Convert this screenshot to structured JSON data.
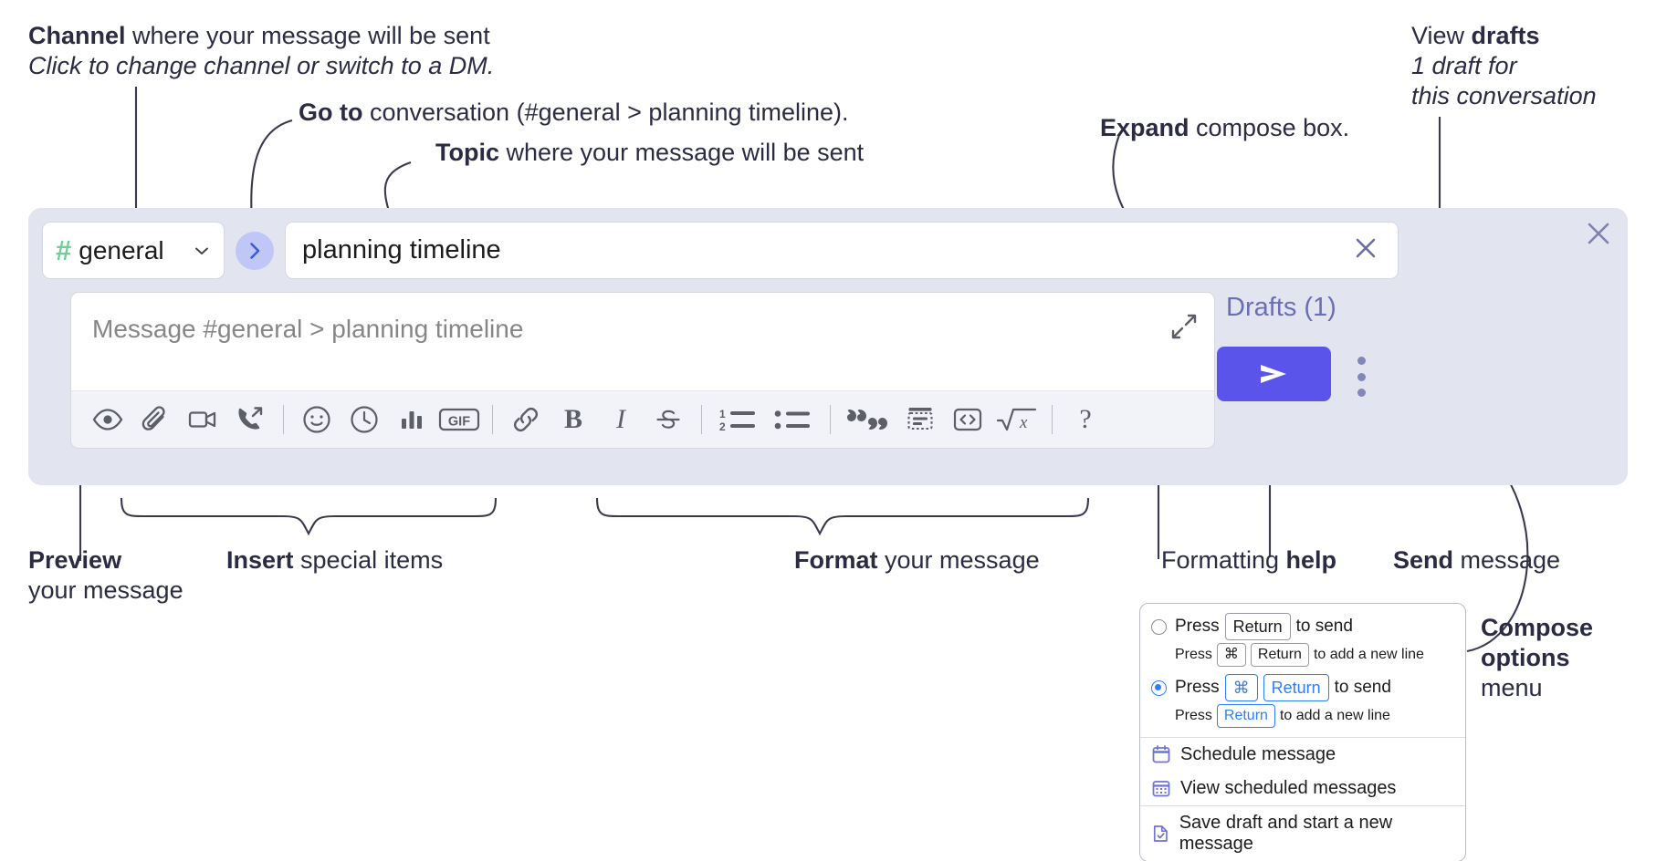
{
  "annotations": {
    "channel": {
      "bold": "Channel",
      "rest": " where your message will be sent",
      "italic": "Click to change channel or switch to a DM."
    },
    "goto": {
      "bold": "Go to",
      "rest": " conversation (#general > planning timeline)."
    },
    "topic": {
      "bold": "Topic",
      "rest": " where your message will be sent"
    },
    "expand": {
      "bold": "Expand",
      "rest": " compose box."
    },
    "drafts": {
      "lead": "View ",
      "bold": "drafts",
      "italic1": "1 draft for",
      "italic2": "this conversation"
    },
    "preview": {
      "bold": "Preview",
      "rest": "your message"
    },
    "insert": {
      "bold": "Insert",
      "rest": " special items"
    },
    "format": {
      "bold": "Format",
      "rest": " your message"
    },
    "help": {
      "lead": "Formatting ",
      "bold": "help"
    },
    "send": {
      "bold": "Send",
      "rest": " message"
    },
    "compose_options": {
      "bold1": "Compose",
      "bold2": "options",
      "rest": "menu"
    }
  },
  "compose": {
    "channel_name": "general",
    "hash_glyph": "#",
    "topic_value": "planning timeline",
    "placeholder": "Message #general > planning timeline",
    "drafts_label": "Drafts (1)",
    "toolbar": [
      {
        "name": "preview-icon",
        "kind": "icon",
        "id": "eye"
      },
      {
        "name": "attachment-icon",
        "kind": "icon",
        "id": "paperclip"
      },
      {
        "name": "video-icon",
        "kind": "icon",
        "id": "video"
      },
      {
        "name": "huddle-icon",
        "kind": "icon",
        "id": "phone"
      },
      {
        "name": "separator",
        "kind": "sep"
      },
      {
        "name": "emoji-icon",
        "kind": "icon",
        "id": "smiley"
      },
      {
        "name": "reminder-icon",
        "kind": "icon",
        "id": "clock"
      },
      {
        "name": "poll-icon",
        "kind": "icon",
        "id": "bars"
      },
      {
        "name": "gif-icon",
        "kind": "icon",
        "id": "gif"
      },
      {
        "name": "separator",
        "kind": "sep"
      },
      {
        "name": "link-icon",
        "kind": "icon",
        "id": "link"
      },
      {
        "name": "bold-icon",
        "kind": "icon",
        "id": "bold"
      },
      {
        "name": "italic-icon",
        "kind": "icon",
        "id": "italic"
      },
      {
        "name": "strikethrough-icon",
        "kind": "icon",
        "id": "strike"
      },
      {
        "name": "separator",
        "kind": "sep"
      },
      {
        "name": "ordered-list-icon",
        "kind": "icon",
        "id": "ol"
      },
      {
        "name": "bulleted-list-icon",
        "kind": "icon",
        "id": "ul"
      },
      {
        "name": "separator",
        "kind": "sep"
      },
      {
        "name": "blockquote-icon",
        "kind": "icon",
        "id": "quote"
      },
      {
        "name": "code-block-icon",
        "kind": "icon",
        "id": "codeblock"
      },
      {
        "name": "code-icon",
        "kind": "icon",
        "id": "code"
      },
      {
        "name": "math-icon",
        "kind": "icon",
        "id": "math"
      },
      {
        "name": "separator",
        "kind": "sep"
      },
      {
        "name": "formatting-help-icon",
        "kind": "icon",
        "id": "question"
      }
    ]
  },
  "options_menu": {
    "send_mode": [
      {
        "selected": false,
        "main_pre": "Press",
        "main_keys": [
          "Return"
        ],
        "main_post": "to send",
        "sub_pre": "Press",
        "sub_keys": [
          "⌘",
          "Return"
        ],
        "sub_post": "to add a new line"
      },
      {
        "selected": true,
        "main_pre": "Press",
        "main_keys": [
          "⌘",
          "Return"
        ],
        "main_post": "to send",
        "sub_pre": "Press",
        "sub_keys": [
          "Return"
        ],
        "sub_post": "to add a new line"
      }
    ],
    "items": [
      {
        "icon": "calendar-schedule-icon",
        "label": "Schedule message"
      },
      {
        "icon": "calendar-view-icon",
        "label": "View scheduled messages"
      },
      {
        "icon": "save-draft-icon",
        "label": "Save draft and start a new message"
      }
    ]
  },
  "colors": {
    "compose_bg": "#e2e4f0",
    "send_button": "#5b54ea",
    "hash_green": "#6ecf97",
    "goto_bubble": "#c0c6f5",
    "drafts_text": "#6a6fb5",
    "annotation_text": "#2b2b44",
    "key_blue": "#2d7ff9"
  }
}
